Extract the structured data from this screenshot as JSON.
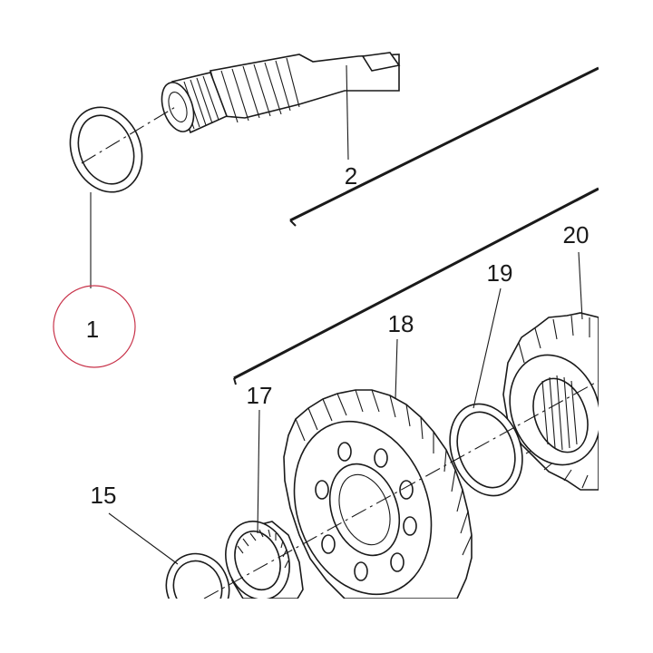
{
  "callouts": {
    "c1": "1",
    "c2": "2",
    "c15": "15",
    "c17": "17",
    "c18": "18",
    "c19": "19",
    "c20": "20"
  },
  "colors": {
    "line": "#1a1a1a",
    "highlight": "#c8334a",
    "background": "#ffffff"
  },
  "highlighted_callout": "1"
}
